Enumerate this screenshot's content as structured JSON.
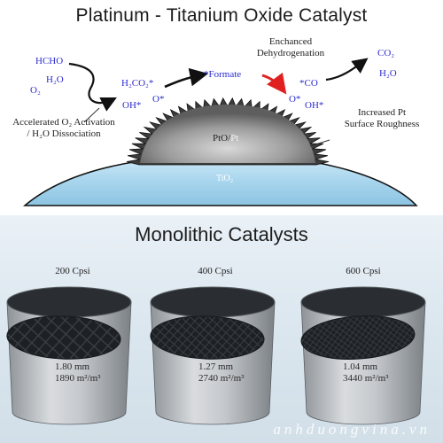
{
  "catalyst_section": {
    "title": "Platinum - Titanium Oxide Catalyst",
    "reactants": [
      "HCHO",
      "H₂O",
      "O₂"
    ],
    "adsorbed_left": [
      "H₂CO₂*",
      "O*",
      "OH*"
    ],
    "intermediate": "*Formate",
    "adsorbed_right": [
      "*CO",
      "O*",
      "OH*"
    ],
    "products": [
      "CO₂",
      "H₂O"
    ],
    "annotation_activation": [
      "Accelerated O₂ Activation",
      "/ H₂O Dissociation"
    ],
    "annotation_dehydrogenation": [
      "Enchanced",
      "Dehydrogenation"
    ],
    "annotation_roughness": [
      "Increased Pt",
      "Surface Roughness"
    ],
    "particle_label_pto": "PtO/",
    "particle_label_pt": "Pt",
    "support_label": "TiO₂",
    "colors": {
      "species": "#2a2ad0",
      "red_arrow": "#e02020",
      "support": "#a9d6ee"
    }
  },
  "monolith_section": {
    "title": "Monolithic Catalysts",
    "items": [
      {
        "cpsi": "200 Cpsi",
        "wall": "1.80 mm",
        "area": "1890 m²/m³"
      },
      {
        "cpsi": "400 Cpsi",
        "wall": "1.27 mm",
        "area": "2740 m²/m³"
      },
      {
        "cpsi": "600 Cpsi",
        "wall": "1.04 mm",
        "area": "3440 m²/m³"
      }
    ]
  },
  "watermark": "anhduongvina.vn"
}
